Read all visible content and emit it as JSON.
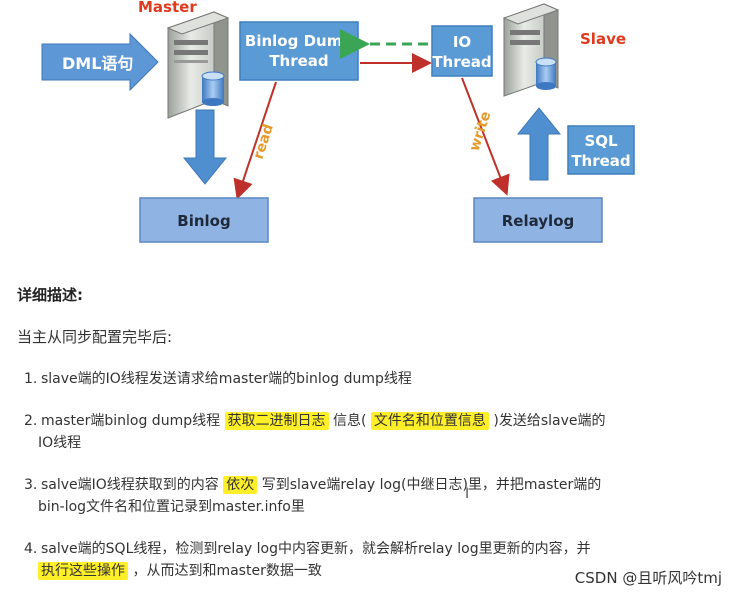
{
  "diagram": {
    "master_label": "Master",
    "slave_label": "Slave",
    "dml_label": "DML语句",
    "binlog_dump_line1": "Binlog Dump",
    "binlog_dump_line2": "Thread",
    "io_line1": "IO",
    "io_line2": "Thread",
    "sql_line1": "SQL",
    "sql_line2": "Thread",
    "binlog_label": "Binlog",
    "relaylog_label": "Relaylog",
    "read_label": "read",
    "write_label": "write",
    "colors": {
      "box_fill": "#5b9bd5",
      "box_fill_light": "#8fb4e3",
      "arrow_blue": "#4f8fd0",
      "arrow_red": "#c0302a",
      "arrow_green": "#3aa655",
      "accent_red": "#e03a1e",
      "accent_orange": "#e59a2b"
    }
  },
  "description": {
    "title": "详细描述:",
    "intro": "当主从同步配置完毕后:",
    "steps": [
      {
        "num": "1.",
        "text": "slave端的IO线程发送请求给master端的binlog dump线程"
      },
      {
        "num": "2.",
        "a": "master端binlog dump线程 ",
        "hl1": "获取二进制日志",
        "b": " 信息( ",
        "hl2": "文件名和位置信息",
        "c": " )发送给slave端的",
        "cont": "IO线程"
      },
      {
        "num": "3.",
        "a": "salve端IO线程获取到的内容 ",
        "hl1": "依次",
        "b": " 写到slave端relay log(中继日志)里，并把master端的",
        "cont": "bin-log文件名和位置记录到master.info里"
      },
      {
        "num": "4.",
        "a": "salve端的SQL线程，检测到relay  log中内容更新，就会解析relay log里更新的内容，并",
        "hl1": "执行这些操作",
        "b": " ，从而达到和master数据一致"
      }
    ]
  },
  "watermark": "CSDN @且听风吟tmj",
  "cursor_glyph": "I"
}
